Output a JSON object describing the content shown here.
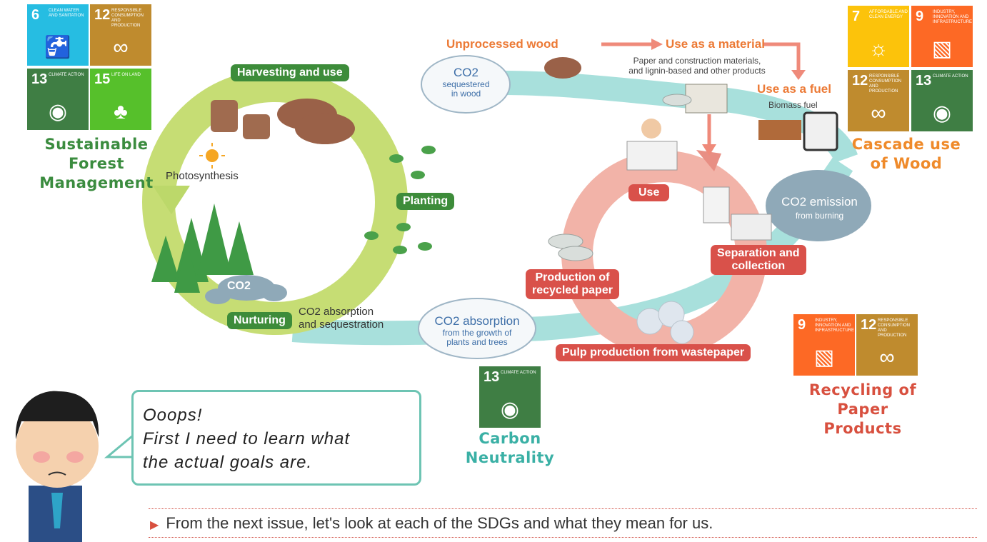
{
  "sdg_goals": {
    "g6": {
      "number": "6",
      "text": "CLEAN WATER AND SANITATION",
      "color": "#26bde2",
      "icon": "water-drop-icon"
    },
    "g7": {
      "number": "7",
      "text": "AFFORDABLE AND CLEAN ENERGY",
      "color": "#fcc30b",
      "icon": "sun-power-icon"
    },
    "g9": {
      "number": "9",
      "text": "INDUSTRY, INNOVATION AND INFRASTRUCTURE",
      "color": "#fd6925",
      "icon": "cubes-icon"
    },
    "g12": {
      "number": "12",
      "text": "RESPONSIBLE CONSUMPTION AND PRODUCTION",
      "color": "#bf8b2e",
      "icon": "infinity-icon"
    },
    "g13": {
      "number": "13",
      "text": "CLIMATE ACTION",
      "color": "#3f7e44",
      "icon": "eye-globe-icon"
    },
    "g15": {
      "number": "15",
      "text": "LIFE ON LAND",
      "color": "#56c02b",
      "icon": "tree-icon"
    }
  },
  "captions": {
    "sfm": [
      "Sustainable",
      "Forest",
      "Management"
    ],
    "cascade": [
      "Cascade use",
      "of Wood"
    ],
    "recycling": [
      "Recycling of",
      "Paper",
      "Products"
    ],
    "carbon": [
      "Carbon",
      "Neutrality"
    ]
  },
  "forest_cycle": {
    "harvesting": "Harvesting and use",
    "planting": "Planting",
    "nurturing": "Nurturing",
    "photosynthesis": "Photosynthesis",
    "co2_cloud": "CO2",
    "absorption": [
      "CO2 absorption",
      "and sequestration"
    ]
  },
  "wood_flow": {
    "unprocessed": "Unprocessed wood",
    "material": "Use as a material",
    "material_desc": [
      "Paper and construction materials,",
      "and lignin-based and other products"
    ],
    "fuel": "Use as a fuel",
    "fuel_desc": "Biomass fuel",
    "sequestered": [
      "CO2",
      "sequestered",
      "in wood"
    ],
    "emission": [
      "CO2 emission",
      "from burning"
    ],
    "absorption_cloud": [
      "CO2 absorption",
      "from the growth of",
      "plants and trees"
    ]
  },
  "paper_cycle": {
    "use": "Use",
    "separation": [
      "Separation and",
      "collection"
    ],
    "production": [
      "Production of",
      "recycled paper"
    ],
    "pulp": "Pulp production from wastepaper"
  },
  "bubble": {
    "line1": "Ooops!",
    "line2": "First I need to learn what",
    "line3": "the actual goals are."
  },
  "footer": {
    "text": "From the next issue, let's look at each of the SDGs and what they mean for us."
  },
  "colors": {
    "green_dark": "#3d8c3a",
    "green_caption": "#3b8c3f",
    "orange_caption": "#ef8a2a",
    "red_caption": "#d8503f",
    "teal_caption": "#3ab0a5",
    "red_pill": "#d9514a",
    "orange_text": "#ec7a36"
  }
}
